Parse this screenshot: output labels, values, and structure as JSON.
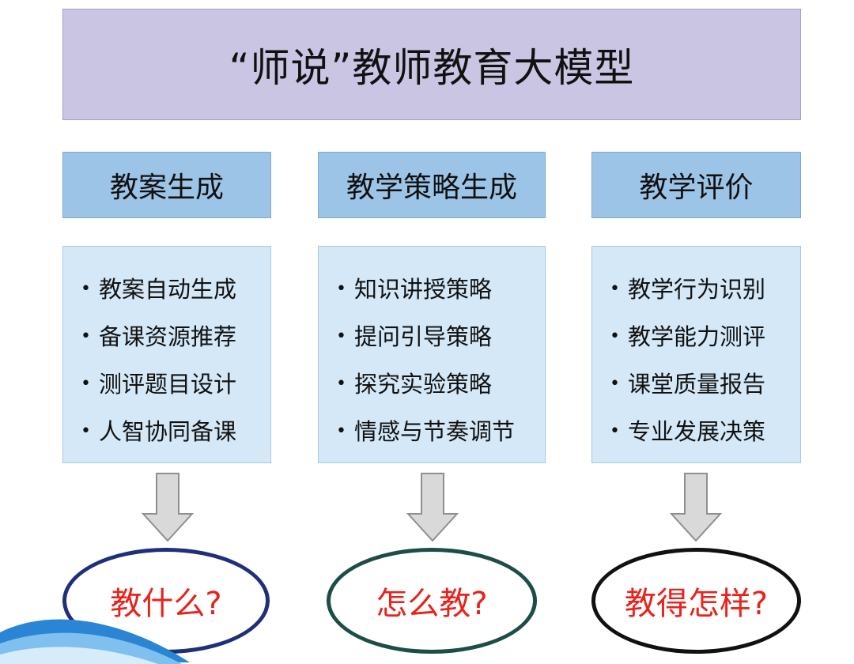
{
  "title": "“师说”教师教育大模型",
  "columns": [
    {
      "heading": "教案生成",
      "items": [
        "教案自动生成",
        "备课资源推荐",
        "测评题目设计",
        "人智协同备课"
      ],
      "question": "教什么?",
      "ellipse_border": "#1f2f7a"
    },
    {
      "heading": "教学策略生成",
      "items": [
        "知识讲授策略",
        "提问引导策略",
        "探究实验策略",
        "情感与节奏调节"
      ],
      "question": "怎么教?",
      "ellipse_border": "#1d4d47"
    },
    {
      "heading": "教学评价",
      "items": [
        "教学行为识别",
        "教学能力测评",
        "课堂质量报告",
        "专业发展决策"
      ],
      "question": "教得怎样?",
      "ellipse_border": "#111111"
    }
  ],
  "colors": {
    "title_fill": "#c9c5e3",
    "heading_fill": "#9cc4e6",
    "list_fill": "#d4e8f8",
    "arrow_fill": "#d9d9d9",
    "question_text": "#e8231c"
  },
  "icons": [
    "down-arrow-icon",
    "swoosh-decoration"
  ]
}
